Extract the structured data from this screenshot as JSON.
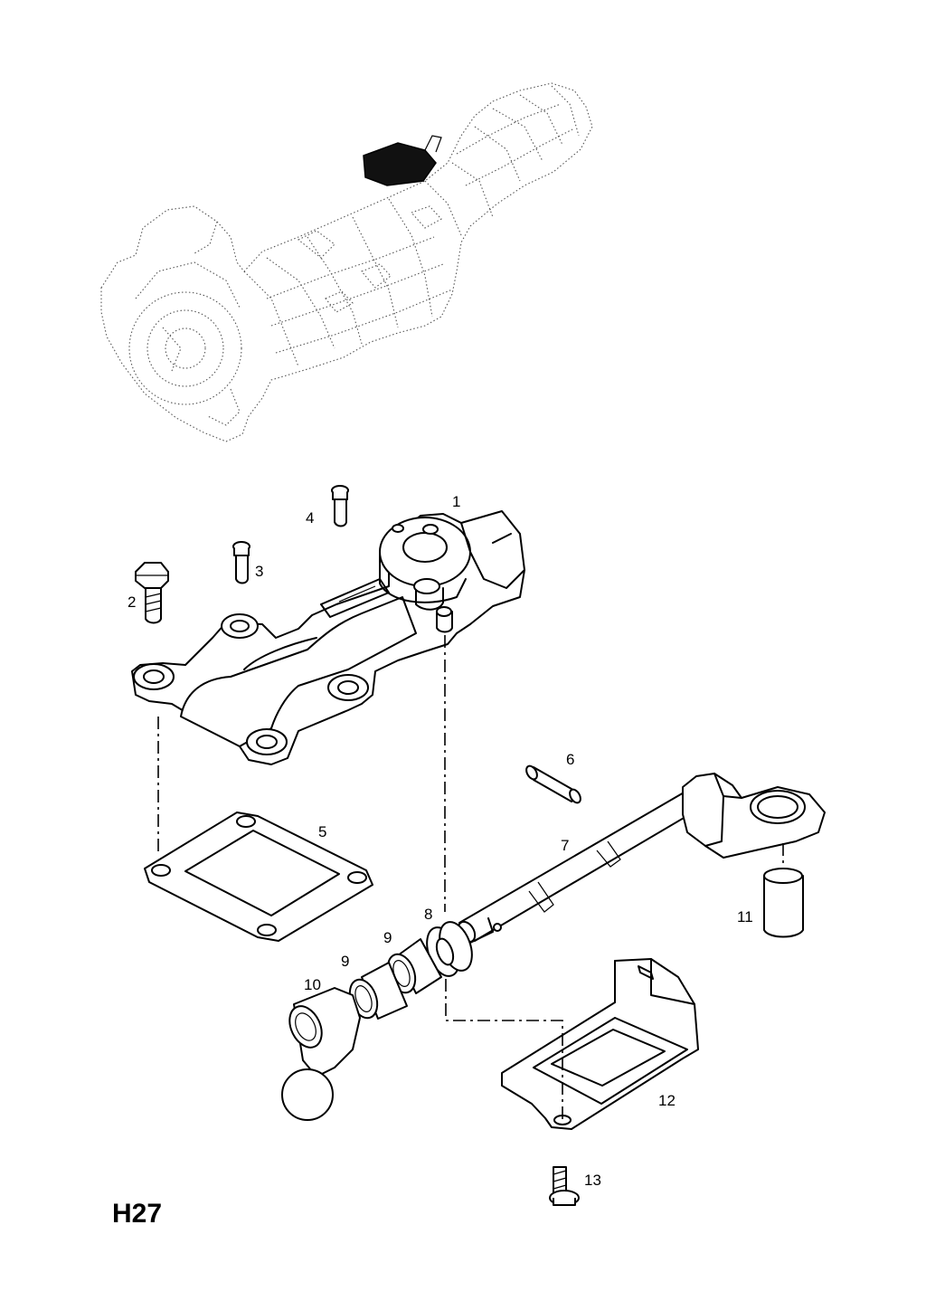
{
  "page_code": "H27",
  "part_labels": {
    "p1": "1",
    "p2": "2",
    "p3": "3",
    "p4": "4",
    "p5": "5",
    "p6": "6",
    "p7": "7",
    "p8": "8",
    "p9a": "9",
    "p9b": "9",
    "p10": "10",
    "p11": "11",
    "p12": "12",
    "p13": "13"
  }
}
